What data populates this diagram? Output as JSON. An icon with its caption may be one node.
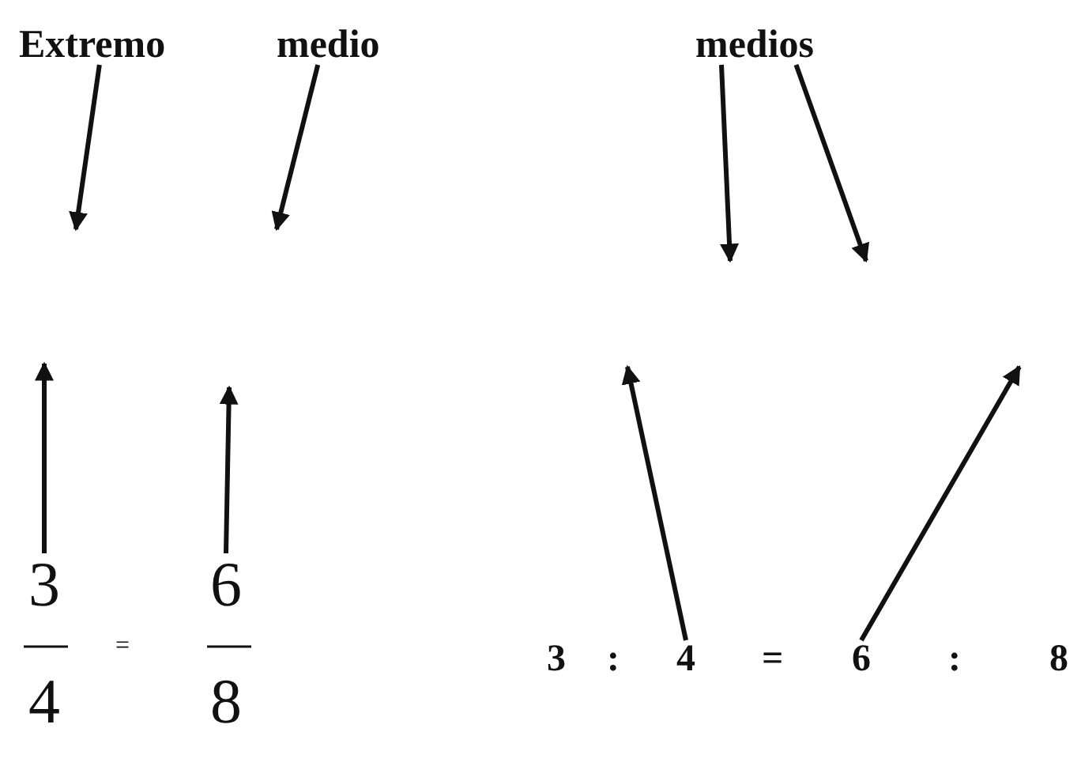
{
  "diagram": {
    "nodes": [
      {
        "text": [
          "Extremo"
        ]
      },
      {
        "text": [
          "medio"
        ]
      },
      {
        "text": [
          "medios"
        ]
      },
      {
        "text": [
          "3"
        ]
      },
      {
        "text": [
          "4"
        ]
      },
      {
        "text": [
          "6"
        ]
      },
      {
        "text": [
          "8"
        ]
      },
      {
        "text": [
          "4"
        ]
      },
      {
        "text": [
          "6"
        ]
      }
    ],
    "edges": [
      {
        "from": 0,
        "to": null,
        "arrow": "to"
      },
      {
        "from": 1,
        "to": null,
        "arrow": "to"
      },
      {
        "from": 2,
        "to": null,
        "arrow": "to"
      },
      {
        "from": 2,
        "to": null,
        "arrow": "to"
      },
      {
        "from": 3,
        "to": null,
        "arrow": "to"
      },
      {
        "from": 5,
        "to": null,
        "arrow": "to"
      },
      {
        "from": 7,
        "to": null,
        "arrow": "to"
      },
      {
        "from": 8,
        "to": null,
        "arrow": "to"
      }
    ],
    "labels": [
      "=",
      "3",
      ":",
      "=",
      ":",
      "8"
    ]
  }
}
